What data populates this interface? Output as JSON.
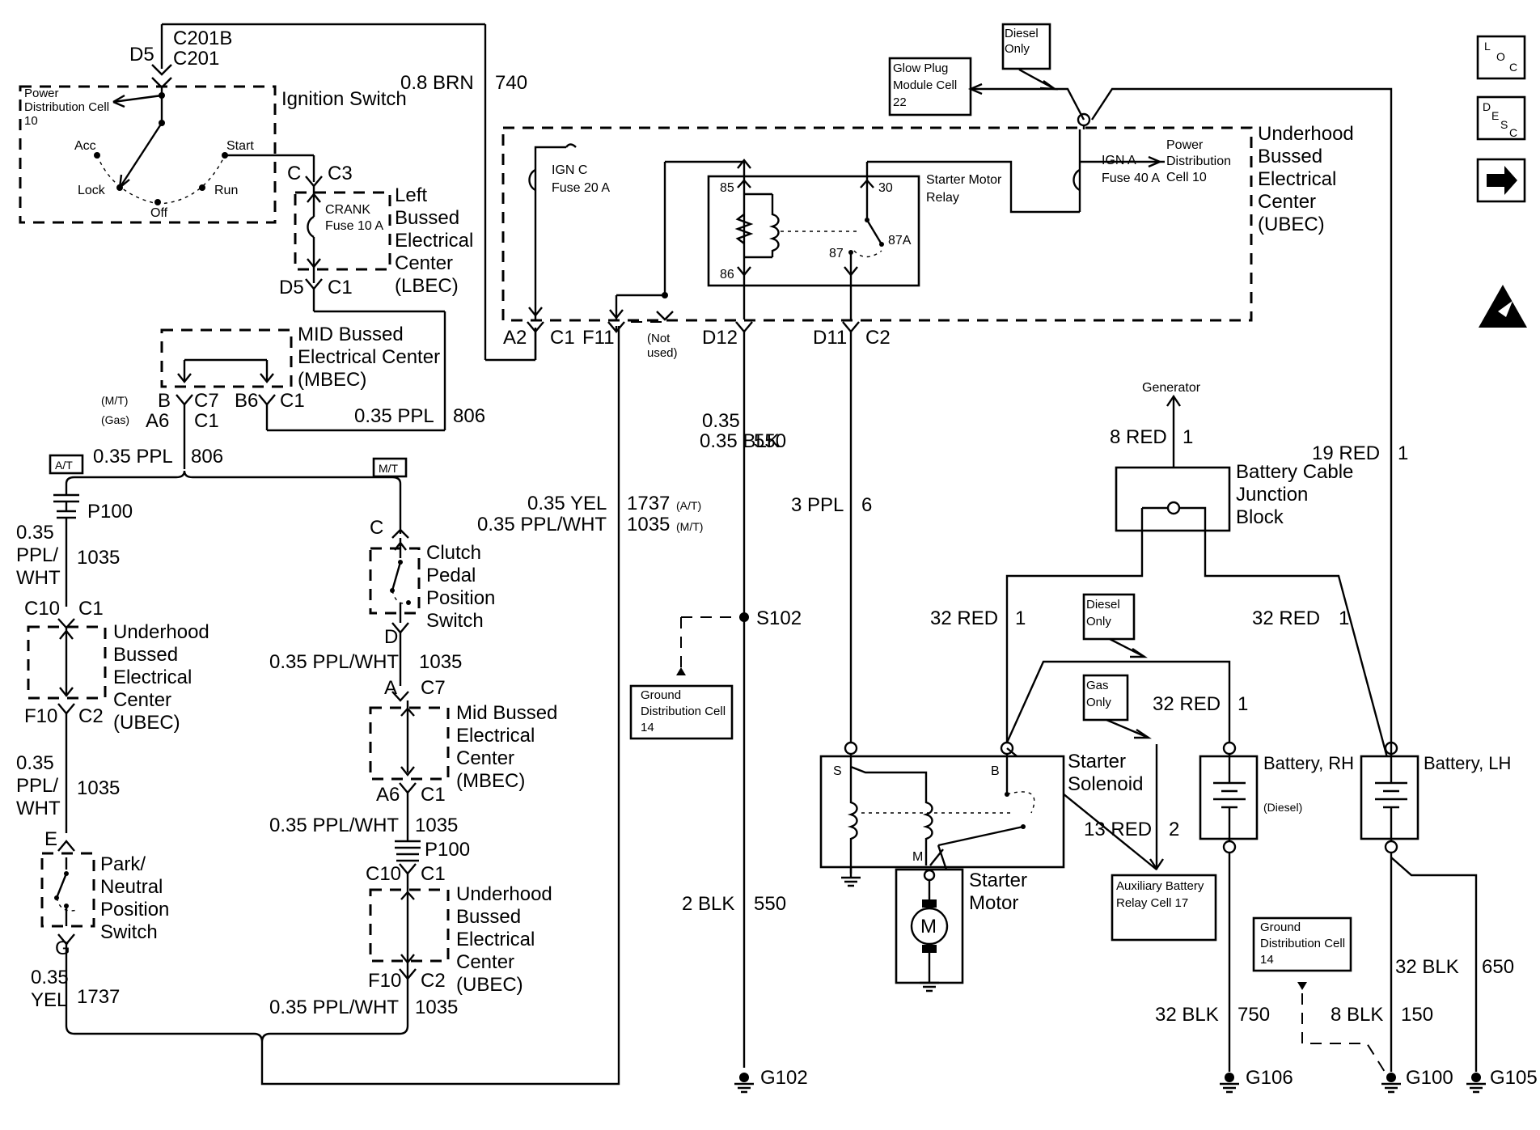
{
  "ignition": {
    "d5": "D5",
    "c201b": "C201B",
    "c201": "C201",
    "title": "Ignition Switch",
    "pd": "Power Distribution Cell 10",
    "acc": "Acc",
    "start": "Start",
    "lock": "Lock",
    "off": "Off",
    "run": "Run",
    "c": "C",
    "c3": "C3"
  },
  "lbec": {
    "title": "Left Bussed Electrical Center (LBEC)",
    "fuse": "CRANK Fuse 10 A",
    "d5": "D5",
    "c1": "C1"
  },
  "wire740": {
    "gauge": "0.8 BRN",
    "circuit": "740"
  },
  "mbec": {
    "title": "MID Bussed Electrical Center (MBEC)",
    "mt": "(M/T)",
    "gas": "(Gas)",
    "b": "B",
    "c7": "C7",
    "a6": "A6",
    "c1": "C1",
    "b6": "B6",
    "c1b": "C1",
    "w1": "0.35 PPL",
    "c1n": "806",
    "w2": "0.35 PPL",
    "c2n": "806"
  },
  "at_tag": "A/T",
  "mt_tag": "M/T",
  "at_chain": {
    "p100": "P100",
    "w1g": "0.35 PPL/ WHT",
    "w1c": "1035",
    "c10": "C10",
    "c1": "C1",
    "ubec": "Underhood Bussed Electrical Center (UBEC)",
    "f10": "F10",
    "c2": "C2",
    "w2g": "0.35 PPL/ WHT",
    "w2c": "1035",
    "e": "E",
    "pnp": "Park/ Neutral Position Switch",
    "g": "G",
    "w3g": "0.35 YEL",
    "w3c": "1737"
  },
  "mt_chain": {
    "c": "C",
    "cpps": "Clutch Pedal Position Switch",
    "d": "D",
    "w1": "0.35 PPL/WHT",
    "w1c": "1035",
    "a": "A",
    "c7": "C7",
    "mbec": "Mid Bussed Electrical Center (MBEC)",
    "a6": "A6",
    "c1": "C1",
    "w2": "0.35 PPL/WHT",
    "w2c": "1035",
    "p100": "P100",
    "c10": "C10",
    "c1b": "C1",
    "ubec": "Underhood Bussed Electrical Center (UBEC)",
    "f10": "F10",
    "c2": "C2",
    "w3": "0.35 PPL/WHT",
    "w3c": "1035"
  },
  "ubec": {
    "title": "Underhood Bussed Electrical Center (UBEC)",
    "ignc": "IGN C Fuse 20 A",
    "igna": "IGN A Fuse 40 A",
    "pd": "Power Distribution Cell 10",
    "relay": "Starter Motor Relay",
    "p85": "85",
    "p86": "86",
    "p30": "30",
    "p87": "87",
    "p87a": "87A",
    "a2": "A2",
    "c1": "C1",
    "f11": "F11",
    "notused": "(Not used)",
    "d12": "D12",
    "d11": "D11",
    "c2": "C2"
  },
  "mid_wires": {
    "yel": "0.35 YEL",
    "yelc": "1737",
    "at": "(A/T)",
    "ppl": "0.35 PPL/WHT",
    "pplc": "1035",
    "mt": "(M/T)",
    "blk1g": "0.35 BLK",
    "blk1c": "550",
    "s102": "S102",
    "blk2g": "2 BLK",
    "blk2c": "550",
    "g102": "G102",
    "ppl3g": "3 PPL",
    "ppl3c": "6"
  },
  "glow": "Glow Plug Module Cell 22",
  "diesel_only": "Diesel Only",
  "gas_only": "Gas Only",
  "gnd_dist": "Ground Distribution Cell 14",
  "battery": {
    "gen": "Generator",
    "red8g": "8 RED",
    "red8c": "1",
    "bcjb": "Battery Cable Junction Block",
    "red19g": "19 RED",
    "red19c": "1",
    "red32ag": "32 RED",
    "red32ac": "1",
    "red32bg": "32 RED",
    "red32bc": "1",
    "red32cg": "32 RED",
    "red32cc": "1",
    "red13g": "13 RED",
    "red13c": "2",
    "solenoid": "Starter Solenoid",
    "s": "S",
    "b": "B",
    "m": "M",
    "motor": "Starter Motor",
    "mletter": "M",
    "aux": "Auxiliary Battery Relay Cell 17",
    "rh": "Battery, RH",
    "rhd": "(Diesel)",
    "lh": "Battery, LH",
    "blk750g": "32 BLK",
    "blk750c": "750",
    "blk650g": "32 BLK",
    "blk650c": "650",
    "blk150g": "8 BLK",
    "blk150c": "150",
    "g106": "G106",
    "g100": "G100",
    "g105": "G105"
  },
  "side_icons": {
    "loc": "LOC",
    "desc": "DESC",
    "arrow": "arrow-right-icon",
    "esd": "esd-warning-icon"
  }
}
